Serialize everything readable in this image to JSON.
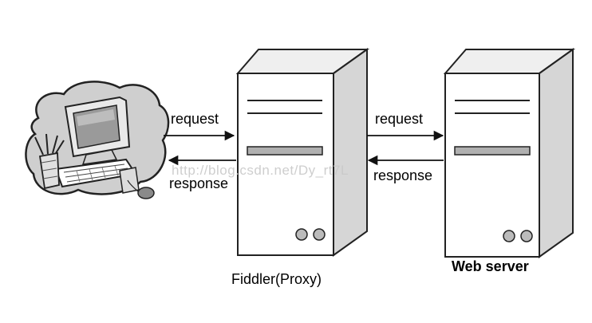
{
  "labels": {
    "request_left": "request",
    "response_left": "response",
    "request_right": "request",
    "response_right": "response",
    "proxy_caption": "Fiddler(Proxy)",
    "server_caption": "Web server"
  },
  "watermark": "http://blog.csdn.net/Dy_rt7L",
  "colors": {
    "stroke": "#222222",
    "server_front": "#ffffff",
    "server_side": "#d6d6d6",
    "server_top": "#efefef",
    "drive_slot": "#b0b0b0",
    "cloud": "#cfcfcf",
    "monitor_screen": "#9a9a9a"
  }
}
